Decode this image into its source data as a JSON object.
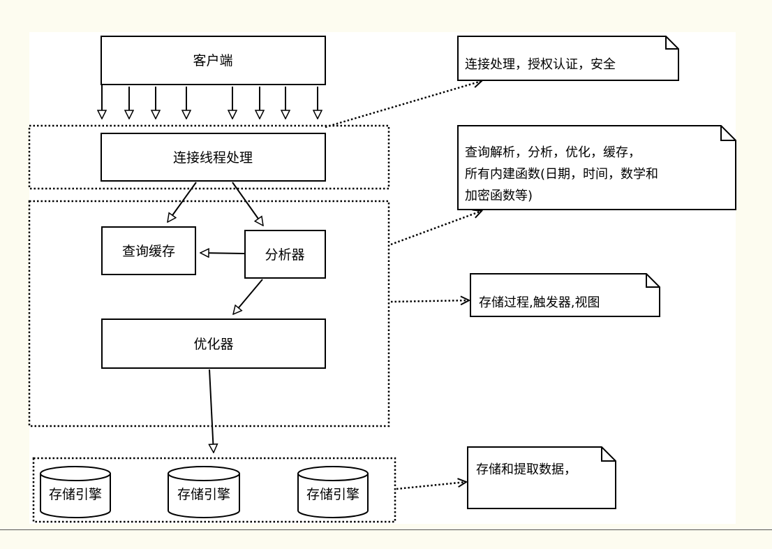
{
  "boxes": {
    "client": "客户端",
    "connection_thread": "连接线程处理",
    "query_cache": "查询缓存",
    "parser": "分析器",
    "optimizer": "优化器"
  },
  "engines": [
    "存储引擎",
    "存储引擎",
    "存储引擎"
  ],
  "notes": {
    "connection": [
      "连接处理，授权认证，安全"
    ],
    "query": [
      "查询解析，分析，优化，缓存，",
      "所有内建函数(日期，时间，数学和",
      "加密函数等)"
    ],
    "procedures": [
      "存储过程,触发器,视图"
    ],
    "storage": [
      "存储和提取数据，"
    ]
  },
  "colors": {
    "background": "#fdfcf0",
    "canvas": "#ffffff",
    "stroke": "#000000"
  }
}
